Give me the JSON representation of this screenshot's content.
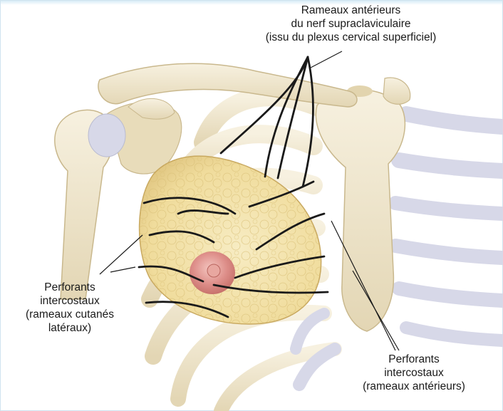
{
  "labels": {
    "supraclavicular": {
      "line1": "Rameaux antérieurs",
      "line2": "du nerf supraclaviculaire",
      "line3": "(issu du plexus cervical superficiel)"
    },
    "lateral_perforants": {
      "line1": "Perforants",
      "line2": "intercostaux",
      "line3": "(rameaux cutanés",
      "line4": "latéraux)"
    },
    "anterior_perforants": {
      "line1": "Perforants",
      "line2": "intercostaux",
      "line3": "(rameaux antérieurs)"
    }
  },
  "colors": {
    "bone": "#efe6cf",
    "bone_shadow": "#d6c7a2",
    "cartilage": "#d7d8e8",
    "breast": "#f3e2a8",
    "areola": "#d98a86",
    "nerve": "#1a1a1a"
  }
}
